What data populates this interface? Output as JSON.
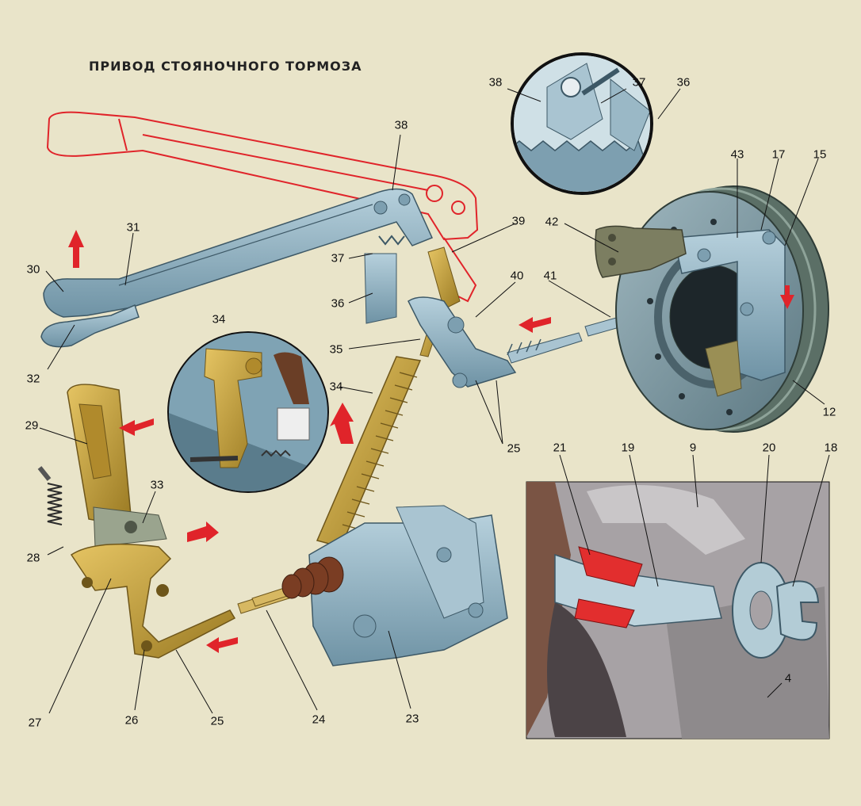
{
  "title": "ПРИВОД СТОЯНОЧНОГО ТОРМОЗА",
  "labels": {
    "l38a": "38",
    "l37a": "37",
    "l36a": "36",
    "l38b": "38",
    "l39": "39",
    "l31": "31",
    "l30": "30",
    "l32": "32",
    "l37b": "37",
    "l36b": "36",
    "l40": "40",
    "l41": "41",
    "l42": "42",
    "l43": "43",
    "l17": "17",
    "l15": "15",
    "l12": "12",
    "l35": "35",
    "l34a": "34",
    "l34b": "34",
    "l25a": "25",
    "l29": "29",
    "l33": "33",
    "l28": "28",
    "l27": "27",
    "l26": "26",
    "l25b": "25",
    "l24": "24",
    "l23": "23",
    "l21": "21",
    "l19": "19",
    "l9": "9",
    "l20": "20",
    "l18": "18",
    "l4": "4"
  },
  "colors": {
    "background": "#e9e4c9",
    "steel_blue": "#8eb3c3",
    "brass": "#c9a23c",
    "red_outline": "#e0242a",
    "arrow_red": "#e0242a"
  }
}
